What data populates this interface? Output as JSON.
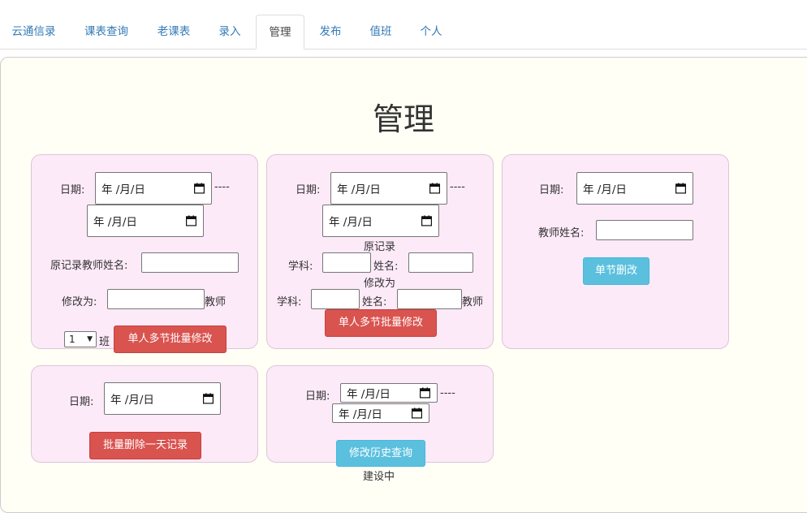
{
  "tabs": [
    {
      "label": "云通信录"
    },
    {
      "label": "课表查询"
    },
    {
      "label": "老课表"
    },
    {
      "label": "录入"
    },
    {
      "label": "管理"
    },
    {
      "label": "发布"
    },
    {
      "label": "值班"
    },
    {
      "label": "个人"
    }
  ],
  "active_tab": "管理",
  "page_title": "管理",
  "date_placeholder": "年 /月/日",
  "range_separator": "----",
  "card1": {
    "date_label": "日期:",
    "orig_teacher_label": "原记录教师姓名:",
    "modify_to_label": "修改为:",
    "teacher_suffix": "教师",
    "class_select_value": "1",
    "class_suffix": "班",
    "submit_label": "单人多节批量修改"
  },
  "card2": {
    "date_label": "日期:",
    "orig_record_label": "原记录",
    "subject_label": "学科:",
    "name_label": "姓名:",
    "modify_to_label": "修改为",
    "subject_label2": "学科:",
    "name_label2": "姓名:",
    "teacher_suffix": "教师",
    "submit_label": "单人多节批量修改"
  },
  "card3": {
    "date_label": "日期:",
    "teacher_name_label": "教师姓名:",
    "submit_label": "单节删改"
  },
  "card4": {
    "date_label": "日期:",
    "submit_label": "批量删除一天记录"
  },
  "card5": {
    "date_label": "日期:",
    "submit_label": "修改历史查询",
    "status_text": "建设中"
  },
  "colors": {
    "card_bg": "#fdeaf8",
    "panel_bg": "#fffff6",
    "danger": "#d9534f",
    "info": "#5bc0de",
    "link": "#337ab7"
  }
}
